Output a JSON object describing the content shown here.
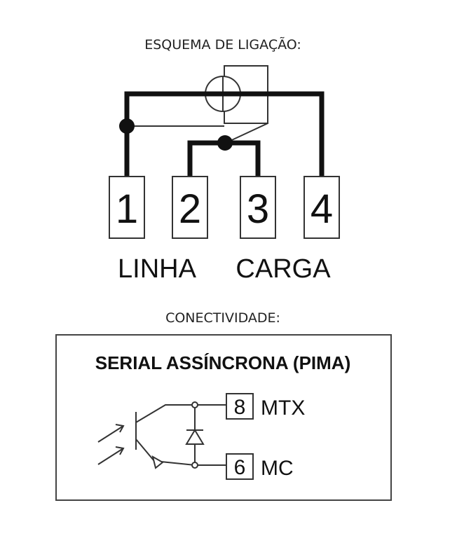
{
  "wiring": {
    "title": "ESQUEMA DE LIGAÇÃO:",
    "terminals": [
      "1",
      "2",
      "3",
      "4"
    ],
    "labels": {
      "line": "LINHA",
      "load": "CARGA"
    }
  },
  "connectivity": {
    "title": "CONECTIVIDADE:",
    "box_title": "SERIAL ASSÍNCRONA (PIMA)",
    "pins": [
      {
        "number": "8",
        "label": "MTX"
      },
      {
        "number": "6",
        "label": "MC"
      }
    ]
  }
}
